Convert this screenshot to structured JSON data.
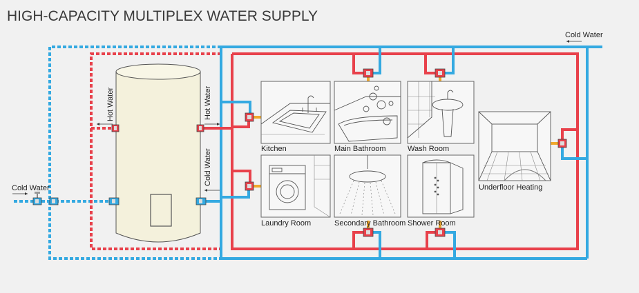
{
  "title": "HIGH-CAPACITY MULTIPLEX WATER SUPPLY",
  "labels": {
    "cold_water_top": "Cold Water",
    "cold_water_left": "Cold Water",
    "cold_water_tank": "Cold Water",
    "hot_water_left": "Hot Water",
    "hot_water_right": "Hot Water"
  },
  "rooms": {
    "kitchen": "Kitchen",
    "main_bathroom": "Main Bathroom",
    "wash_room": "Wash Room",
    "laundry_room": "Laundry Room",
    "secondary_bathroom": "Secondary Bathroom",
    "shower_room": "Shower Room",
    "underfloor_heating": "Underfloor Heating"
  },
  "colors": {
    "hot": "#e8414b",
    "cold": "#34a9e1",
    "valve": "#f0a72b",
    "tank": "#f4f1dc",
    "background": "#f1f1f1"
  }
}
